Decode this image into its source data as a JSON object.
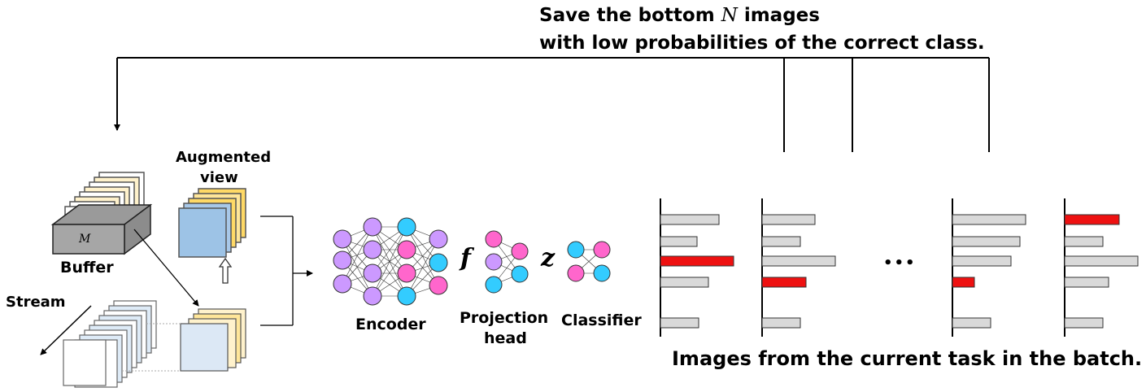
{
  "top_note": {
    "line1_prefix": "Save the bottom ",
    "line1_var": "N",
    "line1_suffix": " images",
    "line2": "with low probabilities of the correct class."
  },
  "buffer": {
    "symbol": "M",
    "label": "Buffer"
  },
  "augmented_view": {
    "line1": "Augmented",
    "line2": "view"
  },
  "stream": {
    "label": "Stream"
  },
  "encoder": {
    "label": "Encoder"
  },
  "projection_head": {
    "symbol": "f",
    "line1": "Projection",
    "line2": "head"
  },
  "classifier": {
    "symbol": "z",
    "label": "Classifier"
  },
  "batch": {
    "ellipsis": "•••",
    "caption": "Images from the current task in the batch.",
    "colors": {
      "correct_class": "#ee1111",
      "other_class": "#d9d9d9"
    },
    "histograms": [
      {
        "bars": [
          {
            "v": 0.4,
            "red": false
          },
          {
            "v": 0.25,
            "red": false
          },
          {
            "v": 0.5,
            "red": true
          },
          {
            "v": 0.33,
            "red": false
          },
          {
            "v": 0.26,
            "red": false
          }
        ]
      },
      {
        "bars": [
          {
            "v": 0.36,
            "red": false
          },
          {
            "v": 0.26,
            "red": false
          },
          {
            "v": 0.5,
            "red": false
          },
          {
            "v": 0.3,
            "red": true
          },
          {
            "v": 0.26,
            "red": false
          }
        ]
      },
      {
        "bars": [
          {
            "v": 0.5,
            "red": false
          },
          {
            "v": 0.46,
            "red": false
          },
          {
            "v": 0.4,
            "red": false
          },
          {
            "v": 0.15,
            "red": true
          },
          {
            "v": 0.26,
            "red": false
          }
        ]
      },
      {
        "bars": [
          {
            "v": 0.37,
            "red": true
          },
          {
            "v": 0.26,
            "red": false
          },
          {
            "v": 0.5,
            "red": false
          },
          {
            "v": 0.3,
            "red": false
          },
          {
            "v": 0.26,
            "red": false
          }
        ]
      }
    ]
  }
}
